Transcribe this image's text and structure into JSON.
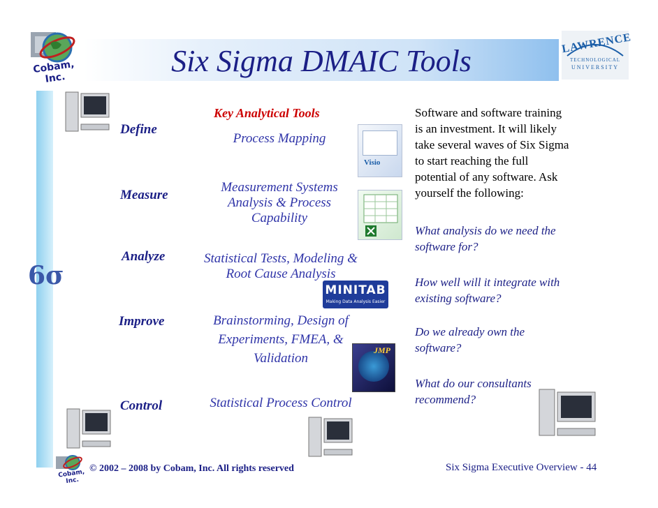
{
  "slide": {
    "title": "Six Sigma DMAIC Tools",
    "key_tools_heading": "Key Analytical Tools",
    "phases": [
      {
        "label": "Define",
        "tools": "Process Mapping"
      },
      {
        "label": "Measure",
        "tools": [
          "Measurement Systems",
          "Analysis & Process",
          "Capability"
        ]
      },
      {
        "label": "Analyze",
        "tools": [
          "Statistical Tests, Modeling &",
          "Root Cause Analysis"
        ]
      },
      {
        "label": "Improve",
        "tools": [
          "Brainstorming, Design of",
          "Experiments, FMEA, &",
          "Validation"
        ]
      },
      {
        "label": "Control",
        "tools": "Statistical Process Control"
      }
    ],
    "intro_lines": [
      "Software and software training",
      "is an investment.  It will likely",
      "take several waves of Six Sigma",
      "to start reaching the full",
      "potential of any software.  Ask",
      "yourself the following:"
    ],
    "questions": [
      [
        "What analysis do we need the",
        "software for?"
      ],
      [
        "How well will it integrate with",
        "existing software?"
      ],
      [
        "Do we already own the",
        "software?"
      ],
      [
        "What do our consultants",
        "recommend?"
      ]
    ]
  },
  "logos": {
    "cobam": "Cobam, Inc.",
    "lawrence_name": "LAWRENCE",
    "lawrence_sub": "TECHNOLOGICAL",
    "lawrence_sub2": "UNIVERSITY",
    "minitab": "MINITAB",
    "minitab_tag": "Making Data Analysis Easier",
    "jmp": "JMP",
    "visio": "Visio",
    "sigma_mark": "6σ"
  },
  "footer": {
    "copyright": "© 2002 – 2008 by Cobam, Inc. All rights reserved",
    "page_label": "Six Sigma Executive Overview - 44"
  },
  "colors": {
    "title": "#1b1f86",
    "tool_text": "#2f34a8",
    "heading_red": "#cc0000",
    "band": "#8fc0ee"
  }
}
